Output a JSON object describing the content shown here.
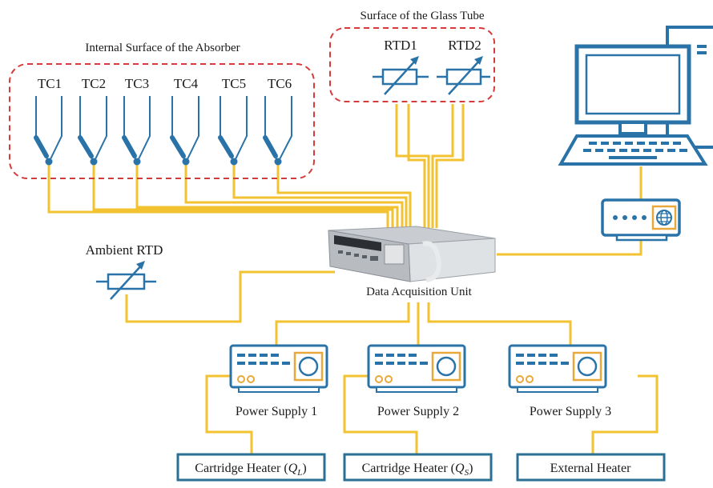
{
  "absorber_group": {
    "title": "Internal Surface of the Absorber",
    "sensors": [
      "TC1",
      "TC2",
      "TC3",
      "TC4",
      "TC5",
      "TC6"
    ]
  },
  "glass_group": {
    "title": "Surface of the Glass Tube",
    "sensors": [
      "RTD1",
      "RTD2"
    ]
  },
  "ambient": {
    "label": "Ambient RTD"
  },
  "daq": {
    "label": "Data Acquisition Unit"
  },
  "power_supplies": [
    "Power Supply 1",
    "Power Supply 2",
    "Power Supply 3"
  ],
  "heaters": {
    "h1": {
      "prefix": "Cartridge Heater (",
      "sym": "Q",
      "sub": "L",
      "suffix": ")"
    },
    "h2": {
      "prefix": "Cartridge Heater (",
      "sym": "Q",
      "sub": "S",
      "suffix": ")"
    },
    "h3": {
      "text": "External Heater"
    }
  },
  "colors": {
    "wire": "#f2c230",
    "blue": "#2a73a8",
    "dashed_border": "#d63b3b",
    "device_box": "#e9a83a"
  }
}
